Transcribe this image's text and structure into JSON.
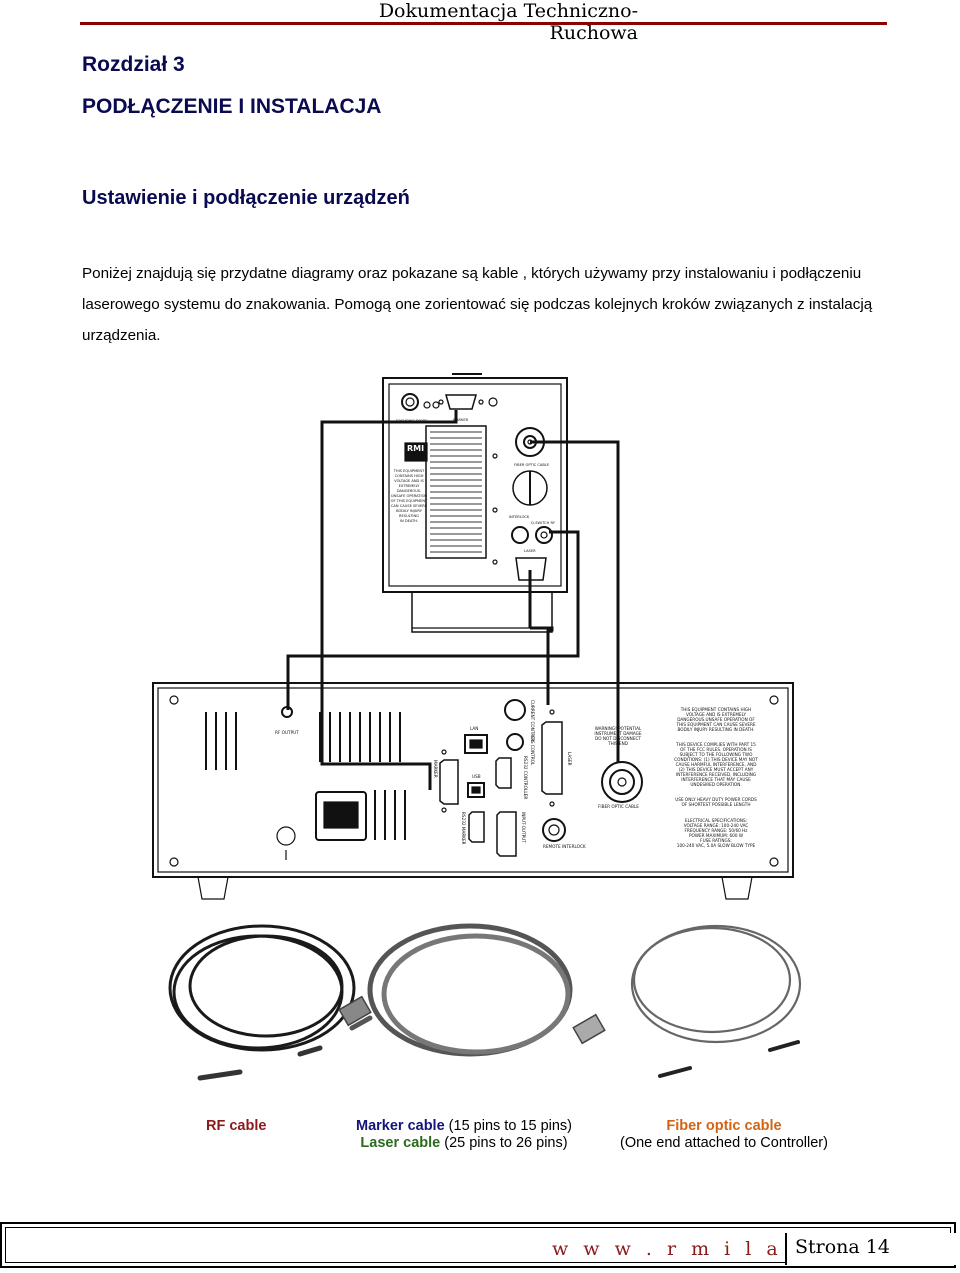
{
  "header": {
    "title": "Dokumentacja Techniczno-Ruchowa"
  },
  "chapter": "Rozdział 3",
  "section": "PODŁĄCZENIE  I  INSTALACJA",
  "subsection": "Ustawienie i podłączenie urządzeń",
  "paragraph": {
    "line1": "Poniżej znajdują się przydatne diagramy oraz pokazane są kable , których używamy przy instalowaniu i podłączeniu",
    "line2": "laserowego systemu do znakowania.  Pomogą one zorientować się podczas kolejnych kroków związanych z instalacją",
    "line3": "urządzenia."
  },
  "diagram": {
    "laser_head": {
      "brand": "RMI",
      "labels": {
        "focusing_diode": "FOCUSING DIODE",
        "marker": "MARKER",
        "fiber_optic": "FIBER OPTIC CABLE",
        "interlock": "INTERLOCK",
        "qswitch": "Q-SWITCH RF",
        "laser": "LASER"
      },
      "warning": [
        "THIS EQUIPMENT",
        "CONTAINS HIGH",
        "VOLTAGE AND IS",
        "EXTREMELY",
        "DANGEROUS.",
        "UNSAFE OPERATION",
        "OF THIS EQUIPMENT",
        "CAN CAUSE SEVERE",
        "BODILY INJURY",
        "RESULTING",
        "IN DEATH."
      ]
    },
    "controller": {
      "labels": {
        "rf_output": "RF OUTPUT",
        "lan": "LAN",
        "usb": "USB",
        "marker": "MARKER",
        "rs232_marker": "RS232 MARKER",
        "rs232_controller": "RS232 CONTROLLER",
        "current_control": "CURRENT CONTROL",
        "fps_control": "FPS CONTROL",
        "input_output": "INPUT-OUTPUT",
        "laser": "LASER",
        "remote_interlock": "REMOTE INTERLOCK",
        "fiber_optic": "FIBER OPTIC CABLE",
        "warning_fiber": [
          "WARNING! POTENTIAL",
          "INSTRUMENT DAMAGE",
          "DO NOT DISCONNECT",
          "THIS END"
        ]
      },
      "notices": [
        [
          "THIS EQUIPMENT CONTAINS HIGH",
          "VOLTAGE AND IS EXTREMELY",
          "DANGEROUS.UNSAFE OPERATION OF",
          "THIS EQUIPMENT CAN CAUSE SEVERE",
          "BODILY INJURY RESULTING IN DEATH."
        ],
        [
          "THIS DEVICE COMPLIES WITH PART 15",
          "OF THE FCC RULES. OPERATION IS",
          "SUBJECT TO THE FOLLOWING TWO",
          "CONDITIONS: (1) THIS DEVICE MAY NOT",
          "CAUSE HARMFUL INTERFERENCE, AND",
          "(2) THIS DEVICE MUST ACCEPT ANY",
          "INTERFERENCE RECEIVED, INCLUDING",
          "INTERFERENCE THAT MAY CAUSE",
          "UNDESIRED OPERATION."
        ],
        [
          "USE ONLY HEAVY DUTY POWER CORDS",
          "OF SHORTEST POSSIBLE LENGTH"
        ],
        [
          "ELECTRICAL SPECIFICATIONS:",
          "VOLTAGE RANGE: 100-240 VAC",
          "FREQUENCY RANGE: 50/60 Hz",
          "POWER MAXIMUM: 600 W",
          "FUSE RATINGS:",
          "100-240 VAC, 5.0A SLOW BLOW TYPE"
        ]
      ]
    }
  },
  "captions": {
    "rf": "RF cable",
    "marker_bold": "Marker cable",
    "marker_rest": " (15 pins to 15 pins)",
    "laser_bold": "Laser cable",
    "laser_rest": " (25 pins to 26 pins)",
    "fiber_bold": "Fiber optic cable",
    "fiber_rest": "(One end attached to Controller)"
  },
  "footer": {
    "url": "w w w . r m i l a s e r . e u",
    "page": "Strona 14"
  },
  "colors": {
    "heading": "#0a0a50",
    "header_rule": "#8b0000",
    "rf_caption": "#8b1a1a",
    "marker_caption": "#14147a",
    "laser_caption": "#2d6a1e",
    "fiber_caption": "#d26414"
  }
}
